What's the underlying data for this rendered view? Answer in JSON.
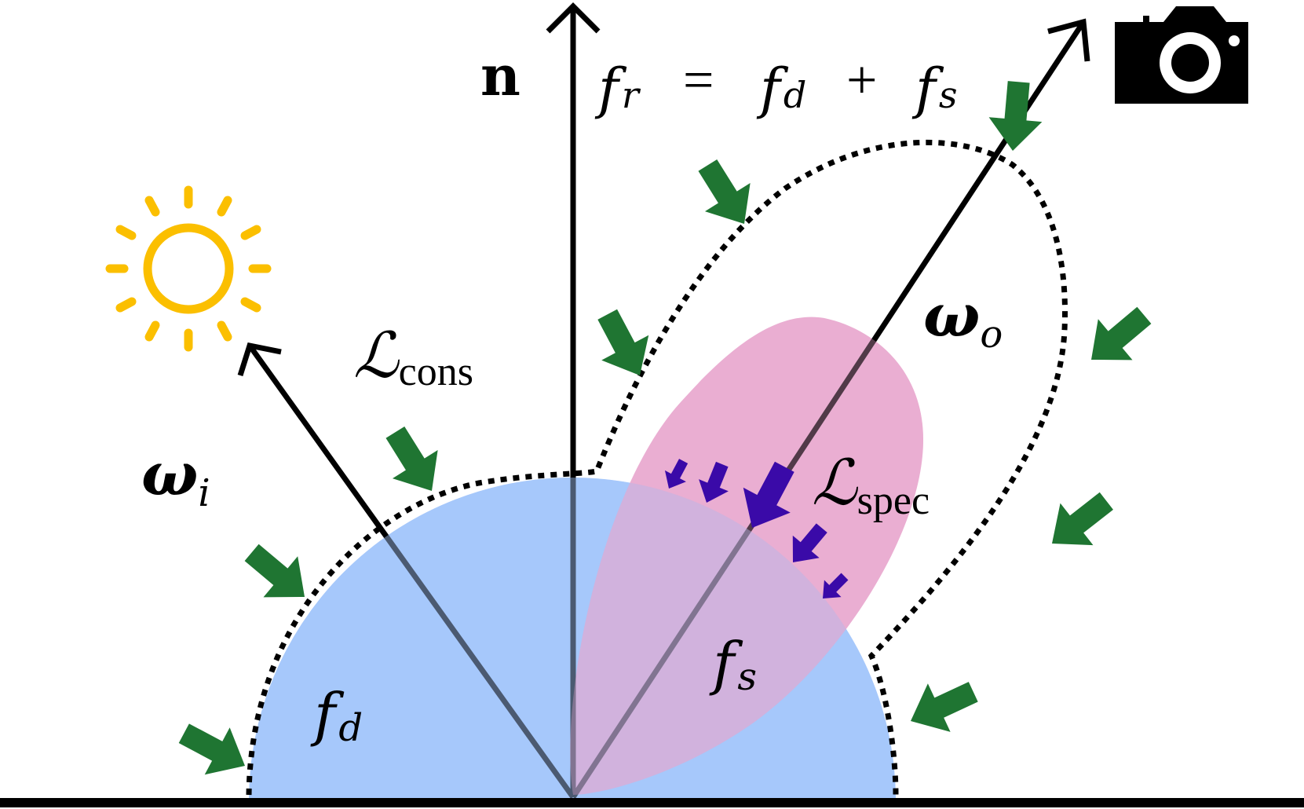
{
  "colors": {
    "diffuse_lobe": "#a6c8fb",
    "specular_lobe": "#e7a6cd",
    "cons_arrows": "#1f7532",
    "spec_arrows": "#3a0aa8",
    "sun": "#fbbf00",
    "line": "#000000"
  },
  "labels": {
    "normal": "n",
    "equation": {
      "f_r": "f",
      "f_r_sub": "r",
      "equals": "=",
      "f_d": "f",
      "f_d_sub": "d",
      "plus": "+",
      "f_s": "f",
      "f_s_sub": "s"
    },
    "omega_i": {
      "main": "ω",
      "sub": "i"
    },
    "omega_o": {
      "main": "ω",
      "sub": "o"
    },
    "loss_cons": {
      "main": "ℒ",
      "sub": "cons"
    },
    "loss_spec": {
      "main": "ℒ",
      "sub": "spec"
    },
    "f_d_lobe": {
      "main": "f",
      "sub": "d"
    },
    "f_s_lobe": {
      "main": "f",
      "sub": "s"
    }
  },
  "icons": {
    "light_source": "sun-icon",
    "viewer": "camera-icon"
  }
}
